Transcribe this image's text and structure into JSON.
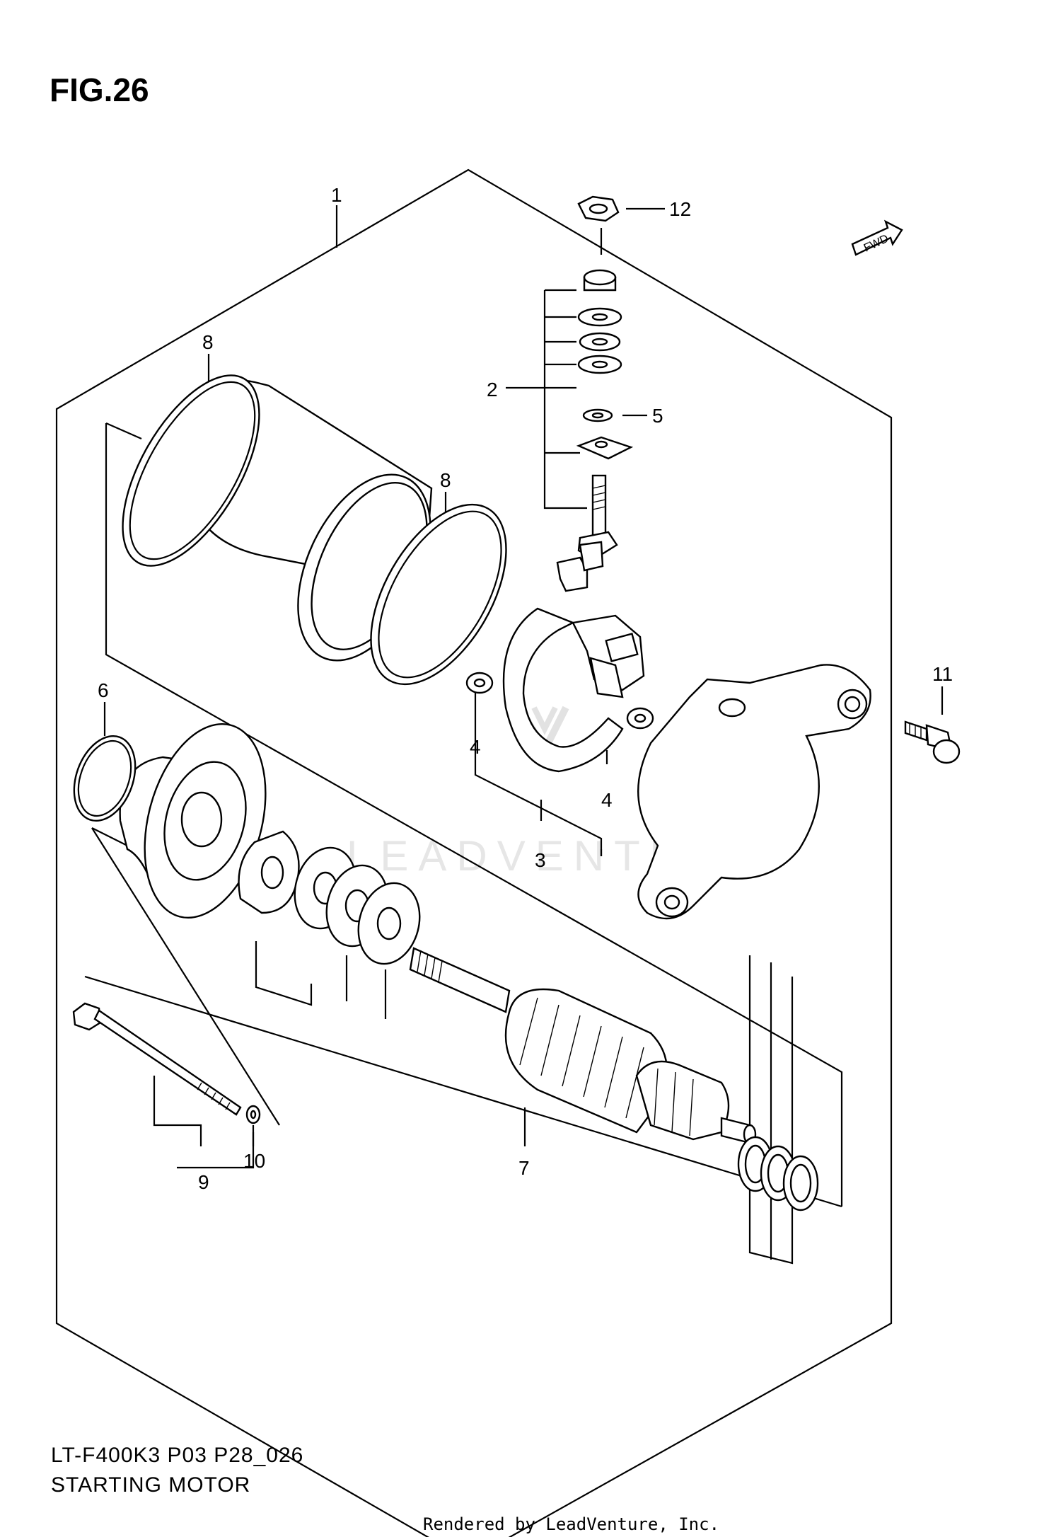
{
  "figure_title": "FIG.26",
  "model_code": "LT-F400K3 P03 P28_026",
  "caption": "STARTING MOTOR",
  "rendered_by": "Rendered by LeadVenture, Inc.",
  "watermark": "LEADVENTURE",
  "fwd_label": "FWD",
  "callouts": {
    "c1": "1",
    "c2": "2",
    "c3": "3",
    "c4a": "4",
    "c4b": "4",
    "c5": "5",
    "c6": "6",
    "c7": "7",
    "c8a": "8",
    "c8b": "8",
    "c9": "9",
    "c10": "10",
    "c11": "11",
    "c12": "12"
  }
}
